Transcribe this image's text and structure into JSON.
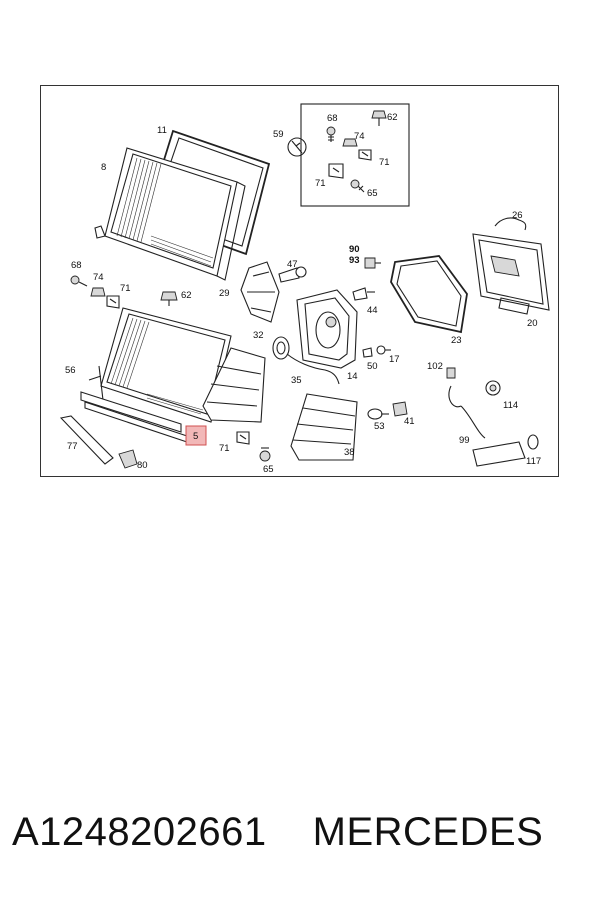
{
  "callouts": {
    "c11": "11",
    "c8": "8",
    "c59": "59",
    "c68a": "68",
    "c74a": "74",
    "c62a": "62",
    "c71a": "71",
    "c71b": "71",
    "c65a": "65",
    "c26": "26",
    "c90": "90",
    "c93": "93",
    "c47": "47",
    "c68b": "68",
    "c74b": "74",
    "c71c": "71",
    "c62b": "62",
    "c29": "29",
    "c44": "44",
    "c23": "23",
    "c20": "20",
    "c32": "32",
    "c50": "50",
    "c17": "17",
    "c14": "14",
    "c35": "35",
    "c102": "102",
    "c56": "56",
    "c114": "114",
    "c41": "41",
    "c53": "53",
    "c5": "5",
    "c77": "77",
    "c71d": "71",
    "c99": "99",
    "c38": "38",
    "c80": "80",
    "c65b": "65",
    "c117": "117"
  },
  "highlight_color": "#f2b8b8",
  "footer": {
    "part_number": "A1248202661",
    "brand": "MERCEDES"
  }
}
